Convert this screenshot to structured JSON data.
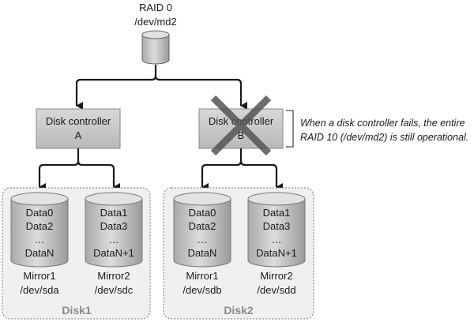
{
  "top": {
    "title": "RAID 0",
    "device": "/dev/md2"
  },
  "controllers": [
    {
      "line1": "Disk controller",
      "line2": "A",
      "failed": false
    },
    {
      "line1": "Disk controller",
      "line2": "B",
      "failed": true
    }
  ],
  "annotation": {
    "line1": "When a disk controller fails, the entire",
    "line2": "RAID 10 (/dev/md2) is still operational."
  },
  "disks": [
    {
      "label": "Disk1",
      "mirrors": [
        {
          "data": [
            "Data0",
            "Data2",
            "…",
            "DataN"
          ],
          "name": "Mirror1",
          "device": "/dev/sda"
        },
        {
          "data": [
            "Data1",
            "Data3",
            "…",
            "DataN+1"
          ],
          "name": "Mirror2",
          "device": "/dev/sdc"
        }
      ]
    },
    {
      "label": "Disk2",
      "mirrors": [
        {
          "data": [
            "Data0",
            "Data2",
            "…",
            "DataN"
          ],
          "name": "Mirror1",
          "device": "/dev/sdb"
        },
        {
          "data": [
            "Data1",
            "Data3",
            "…",
            "DataN+1"
          ],
          "name": "Mirror2",
          "device": "/dev/sdd"
        }
      ]
    }
  ],
  "colors": {
    "cylinder_body": "#c6c6c6",
    "controller_fill": "#c2c2c2",
    "disk_group_fill": "#f0f0f0",
    "fail_x": "#555555"
  }
}
